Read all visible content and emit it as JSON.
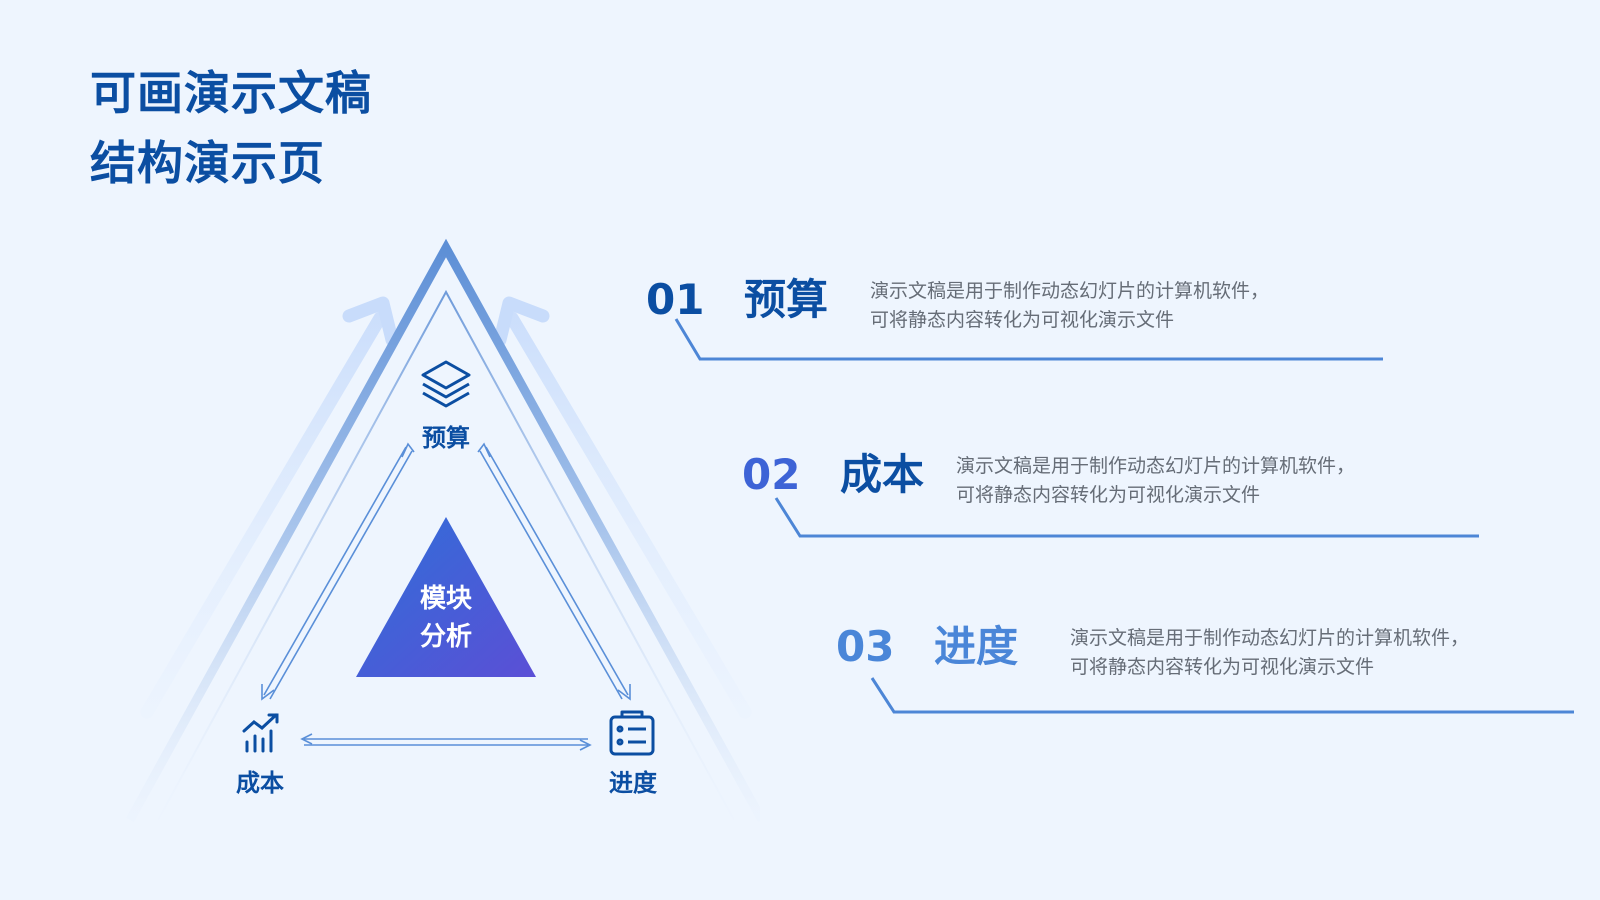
{
  "title": {
    "line1": "可画演示文稿",
    "line2": "结构演示页"
  },
  "diagram": {
    "center_line1": "模块",
    "center_line2": "分析",
    "nodes": {
      "top": {
        "label": "预算",
        "icon": "layers-icon"
      },
      "left": {
        "label": "成本",
        "icon": "bar-chart-trend-icon"
      },
      "right": {
        "label": "进度",
        "icon": "checklist-board-icon"
      }
    }
  },
  "items": [
    {
      "number": "01",
      "name": "预算",
      "desc_line1": "演示文稿是用于制作动态幻灯片的计算机软件，",
      "desc_line2": "可将静态内容转化为可视化演示文件",
      "color": "#0b4ea2"
    },
    {
      "number": "02",
      "name": "成本",
      "desc_line1": "演示文稿是用于制作动态幻灯片的计算机软件，",
      "desc_line2": "可将静态内容转化为可视化演示文件",
      "color": "#3d63d6"
    },
    {
      "number": "03",
      "name": "进度",
      "desc_line1": "演示文稿是用于制作动态幻灯片的计算机软件，",
      "desc_line2": "可将静态内容转化为可视化演示文件",
      "color": "#4a86d8"
    }
  ],
  "colors": {
    "background": "#eef5fe",
    "primary": "#0b4ea2",
    "line": "#4d86d6",
    "gradient_start": "#2f6fd8",
    "gradient_end": "#5b4fd6"
  }
}
